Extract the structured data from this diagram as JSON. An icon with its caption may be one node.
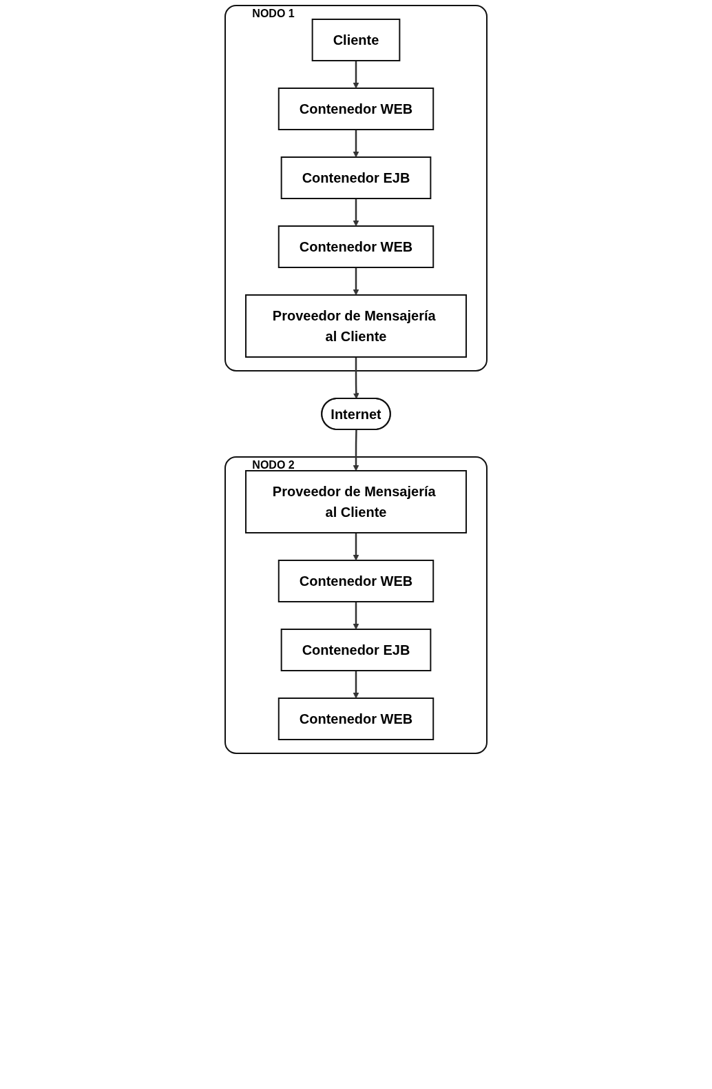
{
  "diagram": {
    "nodes": [
      {
        "text": [
          "NODO 1"
        ]
      },
      {
        "text": [
          "Cliente"
        ],
        "in": 0
      },
      {
        "text": [
          "Contenedor WEB"
        ],
        "in": 0
      },
      {
        "text": [
          "Contenedor EJB"
        ],
        "in": 0
      },
      {
        "text": [
          "Contenedor WEB"
        ],
        "in": 0
      },
      {
        "text": [
          "Proveedor de Mensajería al Cliente"
        ],
        "in": 0
      },
      {
        "text": [
          "Internet"
        ]
      },
      {
        "text": [
          "NODO 2"
        ]
      },
      {
        "text": [
          "Proveedor de Mensajería al Cliente"
        ],
        "in": 7
      },
      {
        "text": [
          "Contenedor WEB"
        ],
        "in": 7
      },
      {
        "text": [
          "Contenedor EJB"
        ],
        "in": 7
      },
      {
        "text": [
          "Contenedor WEB"
        ],
        "in": 7
      }
    ],
    "edges": [
      {
        "from": 1,
        "to": 2,
        "arrow": "to"
      },
      {
        "from": 2,
        "to": 3,
        "arrow": "to"
      },
      {
        "from": 3,
        "to": 4,
        "arrow": "to"
      },
      {
        "from": 4,
        "to": 5,
        "arrow": "to"
      },
      {
        "from": 5,
        "to": 6,
        "arrow": "to"
      },
      {
        "from": 6,
        "to": 8,
        "arrow": "to"
      },
      {
        "from": 8,
        "to": 9,
        "arrow": "to"
      },
      {
        "from": 9,
        "to": 10,
        "arrow": "to"
      },
      {
        "from": 10,
        "to": 11,
        "arrow": "to"
      }
    ]
  }
}
